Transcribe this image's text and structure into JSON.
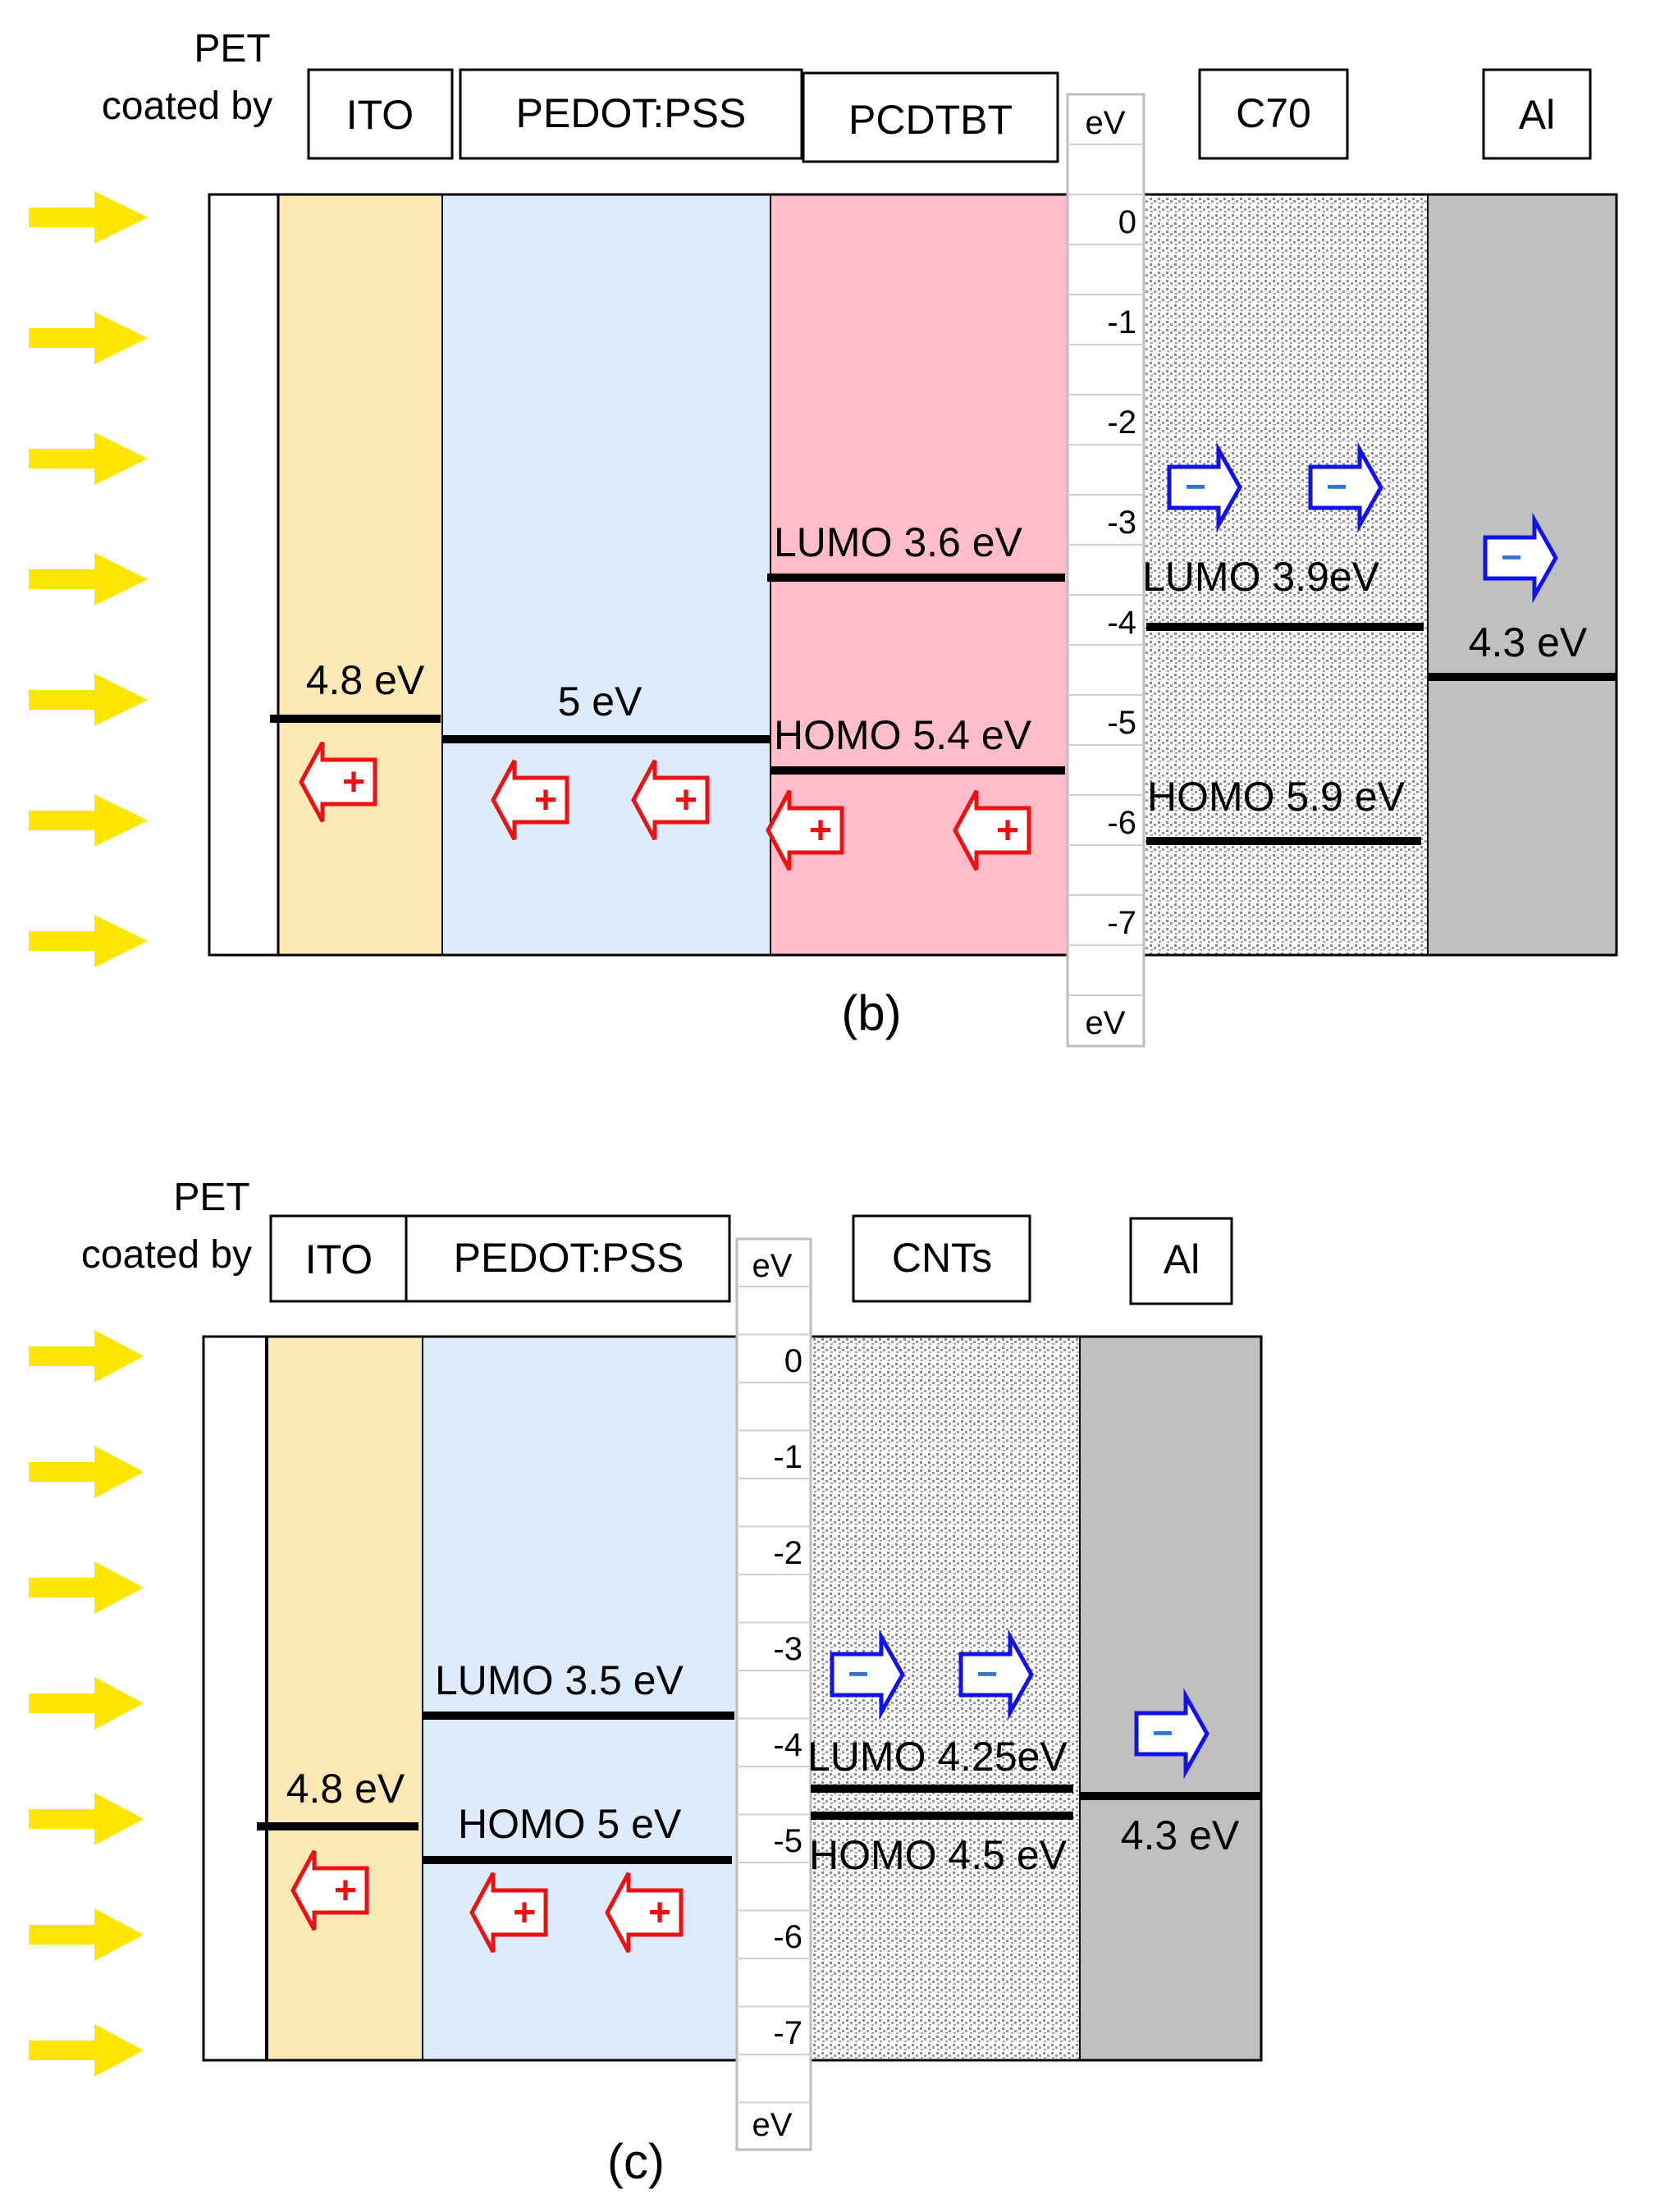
{
  "panel_b": {
    "substrate_line1": "PET",
    "substrate_line2": "coated by",
    "layer_labels": {
      "ito": "ITO",
      "pedot": "PEDOT:PSS",
      "pcdtbt": "PCDTBT",
      "c70": "C70",
      "al": "Al"
    },
    "scale": {
      "unit": "eV",
      "ticks": [
        "0",
        "-1",
        "-2",
        "-3",
        "-4",
        "-5",
        "-6",
        "-7"
      ]
    },
    "levels": {
      "ito": "4.8 eV",
      "pedot": "5 eV",
      "pcdtbt_lumo": "LUMO 3.6 eV",
      "pcdtbt_homo": "HOMO 5.4 eV",
      "c70_lumo": "LUMO 3.9eV",
      "c70_homo": "HOMO 5.9 eV",
      "al": "4.3 eV"
    },
    "hole_symbol": "+",
    "electron_symbol": "−",
    "caption": "(b)"
  },
  "panel_c": {
    "substrate_line1": "PET",
    "substrate_line2": "coated by",
    "layer_labels": {
      "ito": "ITO",
      "pedot": "PEDOT:PSS",
      "cnts": "CNTs",
      "al": "Al"
    },
    "scale": {
      "unit": "eV",
      "ticks": [
        "0",
        "-1",
        "-2",
        "-3",
        "-4",
        "-5",
        "-6",
        "-7"
      ]
    },
    "levels": {
      "ito": "4.8 eV",
      "pedot_lumo": "LUMO 3.5 eV",
      "pedot_homo": "HOMO 5 eV",
      "cnts_lumo": "LUMO 4.25eV",
      "cnts_homo": "HOMO 4.5 eV",
      "al": "4.3 eV"
    },
    "hole_symbol": "+",
    "electron_symbol": "−",
    "caption": "(c)"
  },
  "colors": {
    "light_arrow": "#ffe600",
    "ito": "#fde9b6",
    "pedot": "#ddebfb",
    "pcdtbt": "#ffbccb",
    "acceptor_dots": "#c9c9c9",
    "al": "#c0c0c0",
    "hole": "#ee1111",
    "electron": "#1111ee",
    "electron_dash": "#2e75d6"
  }
}
